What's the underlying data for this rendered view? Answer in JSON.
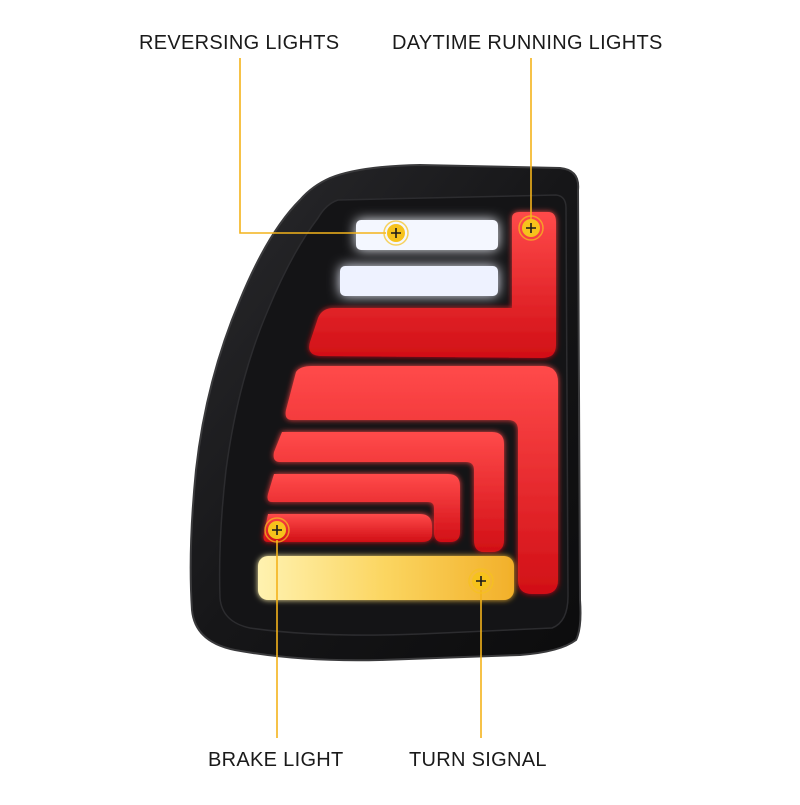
{
  "callouts": {
    "reversing_lights": "REVERSING LIGHTS",
    "daytime_running_lights": "DAYTIME RUNNING LIGHTS",
    "brake_light": "BRAKE LIGHT",
    "turn_signal": "TURN SIGNAL"
  },
  "colors": {
    "housing": "#1c1c1e",
    "housing_edge": "#3a3a3c",
    "red_lens": "#e31e24",
    "red_glow": "#ff3b3b",
    "white_lens": "#f4f7ff",
    "amber_lens": "#f7c948",
    "callout_line": "#f3b31b",
    "marker_fill": "#f6c21c"
  },
  "icons": {
    "marker": "plus-marker-icon"
  }
}
